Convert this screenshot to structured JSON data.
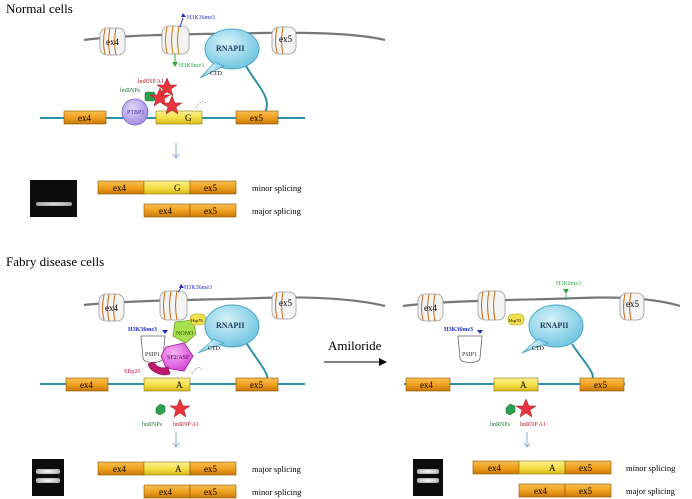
{
  "panel_normal": {
    "title": "Normal cells",
    "nuc_left": "ex4",
    "nuc_right": "ex5",
    "h3k36me3": "H3K36me3",
    "h3k9me3": "H3K9me3",
    "rnapii": "RNAPII",
    "ctd": "CTD",
    "hnrnp_a1": "hnRNP A1",
    "hnrnps": "hnRNPs",
    "ptbp1": "PTBP1",
    "exon_left": "ex4",
    "exon_mid": "G",
    "exon_right": "ex5",
    "splice1": {
      "ex4": "ex4",
      "mid": "G",
      "ex5": "ex5",
      "label": "minor splicing"
    },
    "splice2": {
      "ex4": "ex4",
      "ex5": "ex5",
      "label": "major splicing"
    }
  },
  "panel_fabry": {
    "title": "Fabry disease cells",
    "nuc_left": "ex4",
    "nuc_right": "ex5",
    "h3k36me3_top": "H3K36me3",
    "h3k36me3": "H3K36me3",
    "psip1": "PSIP1",
    "nono": "NONO",
    "hsp70": "Hsp70",
    "rnapii": "RNAPII",
    "ctd": "CTD",
    "sf2asf": "SF2/ASF",
    "srp20": "SRp20",
    "exon_left": "ex4",
    "exon_mid": "A",
    "exon_right": "ex5",
    "hnrnps": "hnRNPs",
    "hnrnp_a1": "hnRNP A1",
    "splice1": {
      "ex4": "ex4",
      "mid": "A",
      "ex5": "ex5",
      "label": "major splicing"
    },
    "splice2": {
      "ex4": "ex4",
      "ex5": "ex5",
      "label": "minor splicing"
    }
  },
  "treatment": "Amiloride",
  "panel_treated": {
    "nuc_left": "ex4",
    "nuc_right": "ex5",
    "h3k9me3": "H3K9me3",
    "h3k36me3": "H3K36me3",
    "hsp70": "Hsp70",
    "psip1": "PSIP1",
    "rnapii": "RNAPII",
    "ctd": "CTD",
    "exon_left": "ex4",
    "exon_mid": "A",
    "exon_right": "ex5",
    "hnrnps": "hnRNPs",
    "hnrnp_a1": "hnRNP A1",
    "splice1": {
      "ex4": "ex4",
      "mid": "A",
      "ex5": "ex5",
      "label": "minor splicing"
    },
    "splice2": {
      "ex4": "ex4",
      "ex5": "ex5",
      "label": "major splicing"
    }
  },
  "colors": {
    "exon_orange": "#f0a020",
    "exon_yellow": "#f6e04a",
    "rnap_blue": "#8fd3e8",
    "strand": "#2f8fa8",
    "hnrnp_red": "#e8343c",
    "hnrnp_green": "#2e9e4f",
    "ptbp1_purple": "#b9a8e8",
    "sf2_magenta": "#e060e0",
    "nono_green": "#a8e050",
    "h3k36_blue": "#1f2fc0",
    "h3k9_green": "#2fa83f"
  }
}
